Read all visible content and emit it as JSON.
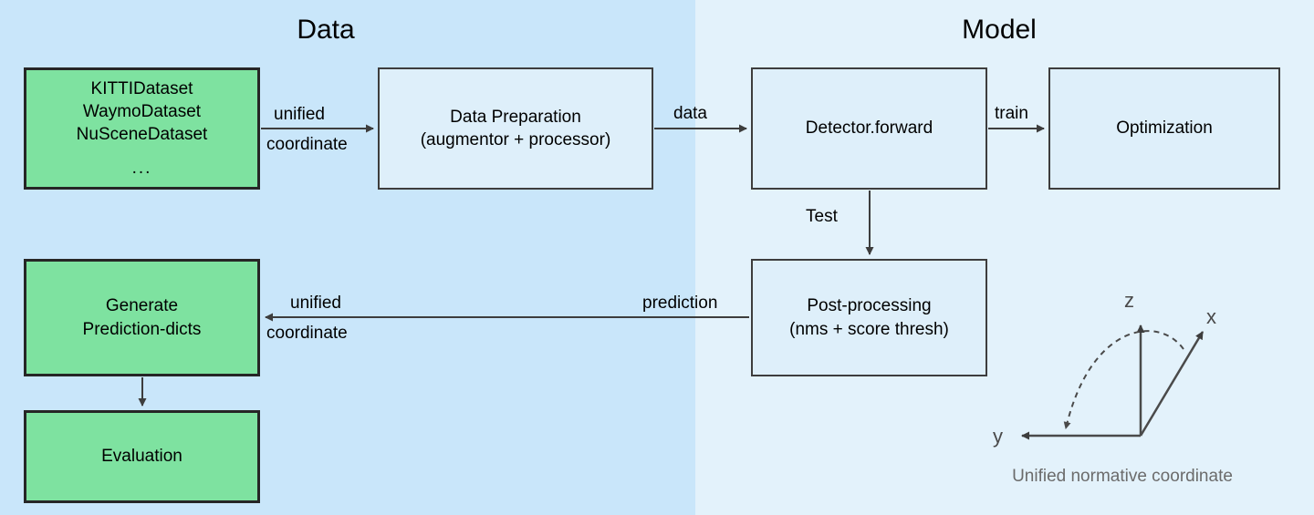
{
  "sections": [
    {
      "id": "data",
      "title": "Data",
      "bg": "#c9e6fa"
    },
    {
      "id": "model",
      "title": "Model",
      "bg": "#e3f2fb"
    }
  ],
  "nodes": {
    "datasets": {
      "lines": [
        "KITTIDataset",
        "WaymoDataset",
        "NuSceneDataset"
      ],
      "ellipsis": "...",
      "fill": "#7ee2a0"
    },
    "data_preparation": {
      "lines": [
        "Data Preparation",
        "(augmentor + processor)"
      ],
      "fill": "#deeffa"
    },
    "detector": {
      "lines": [
        "Detector.forward"
      ],
      "fill": "#deeffa"
    },
    "optimization": {
      "lines": [
        "Optimization"
      ],
      "fill": "#deeffa"
    },
    "post_processing": {
      "lines": [
        "Post-processing",
        "(nms + score thresh)"
      ],
      "fill": "#deeffa"
    },
    "generate_prediction_dicts": {
      "lines": [
        "Generate",
        "Prediction-dicts"
      ],
      "fill": "#7ee2a0"
    },
    "evaluation": {
      "lines": [
        "Evaluation"
      ],
      "fill": "#7ee2a0"
    }
  },
  "edges": {
    "datasets_to_dataprep": {
      "label_top": "unified",
      "label_bottom": "coordinate"
    },
    "dataprep_to_detector": {
      "label": "data"
    },
    "detector_to_optimization": {
      "label": "train"
    },
    "detector_to_postproc": {
      "label": "Test"
    },
    "postproc_to_generate": {
      "label": "prediction",
      "label_top": "unified",
      "label_bottom": "coordinate"
    },
    "generate_to_evaluation": {
      "label": ""
    }
  },
  "coordinate_widget": {
    "caption": "Unified normative coordinate",
    "axes": [
      "z",
      "x",
      "y"
    ],
    "caption_color": "#6b6b6b",
    "axis_color": "#4a4a4a"
  }
}
